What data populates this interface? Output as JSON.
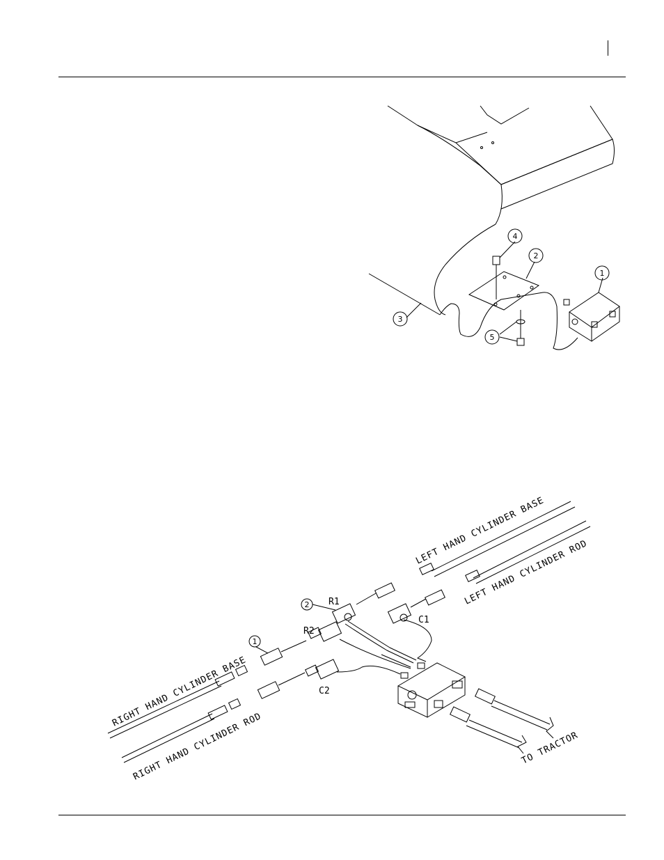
{
  "figure_top": {
    "callouts": [
      "1",
      "2",
      "3",
      "4",
      "5"
    ]
  },
  "figure_bottom": {
    "callouts": [
      "1",
      "2"
    ],
    "ports": {
      "r1": "R1",
      "r2": "R2",
      "c1": "C1",
      "c2": "C2"
    },
    "hose_labels": {
      "left_base": "LEFT HAND CYLINDER BASE",
      "left_rod": "LEFT HAND CYLINDER ROD",
      "right_base": "RIGHT HAND CYLINDER BASE",
      "right_rod": "RIGHT HAND CYLINDER ROD",
      "tractor": "TO TRACTOR"
    }
  }
}
